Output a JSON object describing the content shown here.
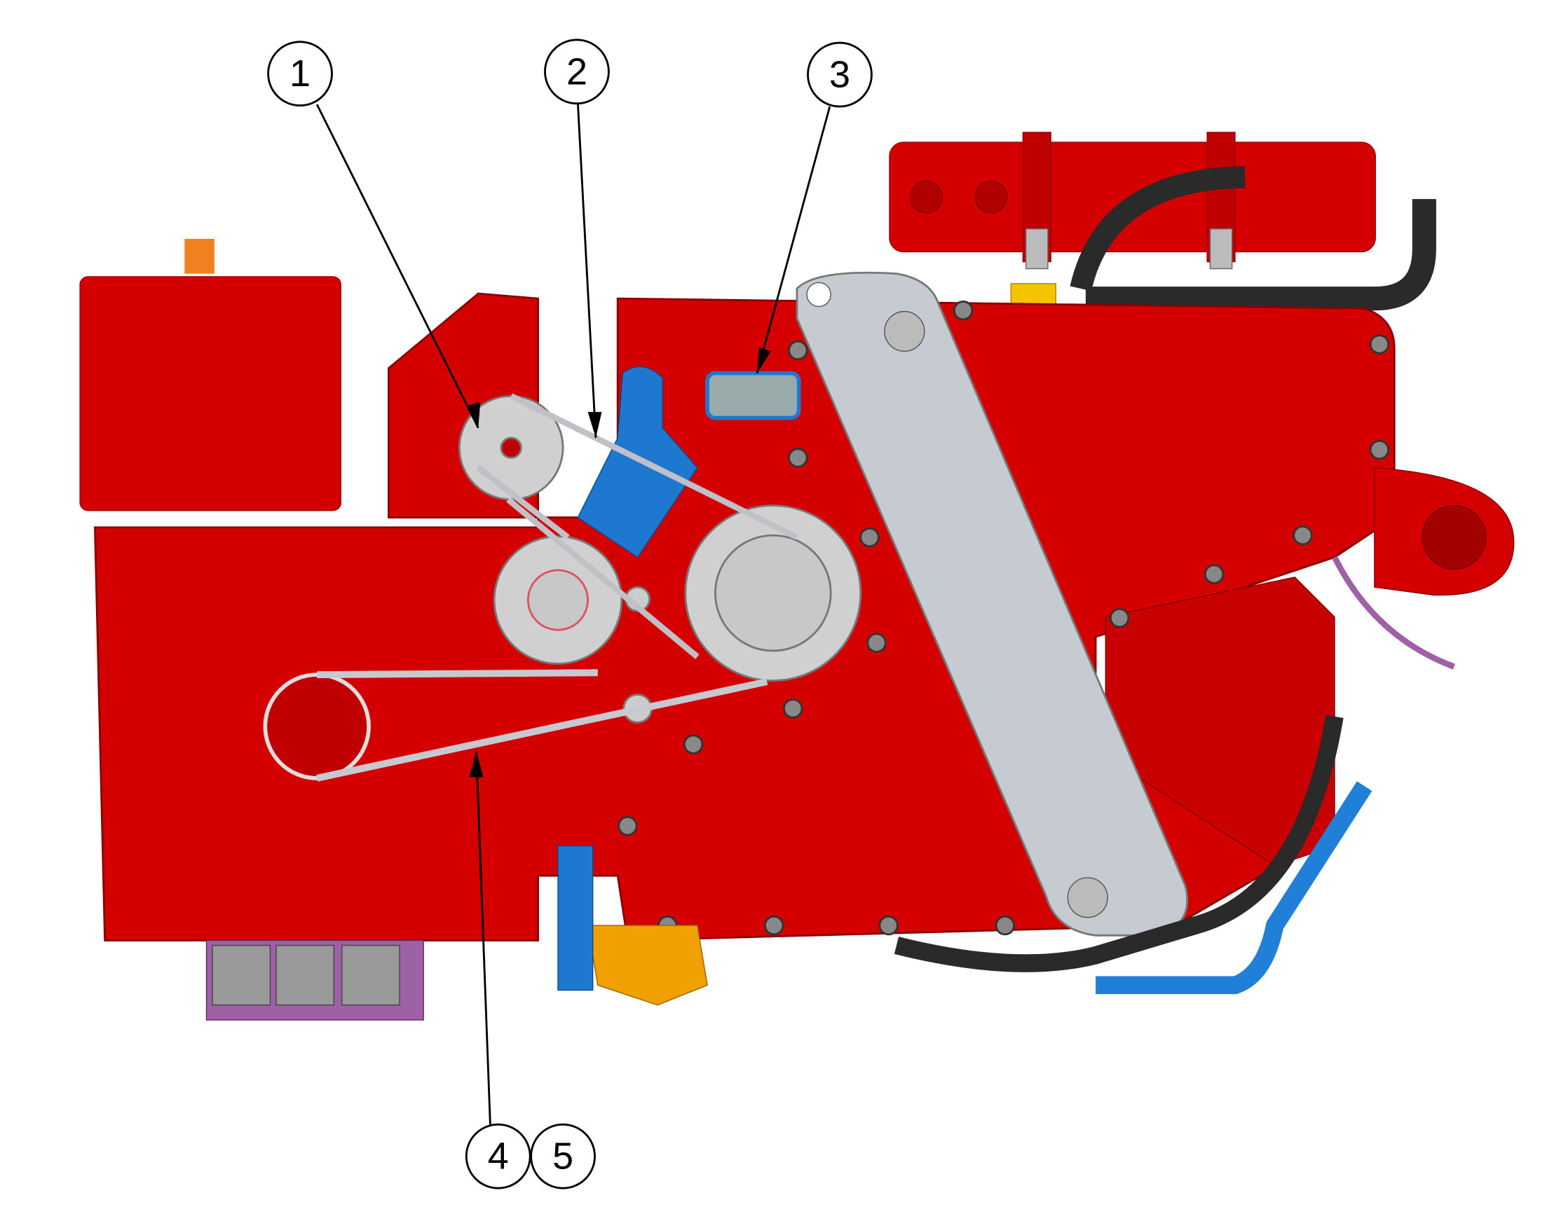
{
  "diagram": {
    "callouts": [
      {
        "id": "1",
        "label": "1"
      },
      {
        "id": "2",
        "label": "2"
      },
      {
        "id": "3",
        "label": "3"
      },
      {
        "id": "4",
        "label": "4"
      },
      {
        "id": "5",
        "label": "5"
      }
    ],
    "colors": {
      "engine_red": "#d40000",
      "dark_red": "#a30000",
      "strap_gray": "#c5cbd0",
      "pulley_gray": "#d0d0d0",
      "bracket_blue": "#1e78d0",
      "hose_black": "#2a2a2a",
      "connector_purple": "#a060a8",
      "fitting_yellow": "#f5c400",
      "fitting_orange": "#f0a000"
    }
  }
}
